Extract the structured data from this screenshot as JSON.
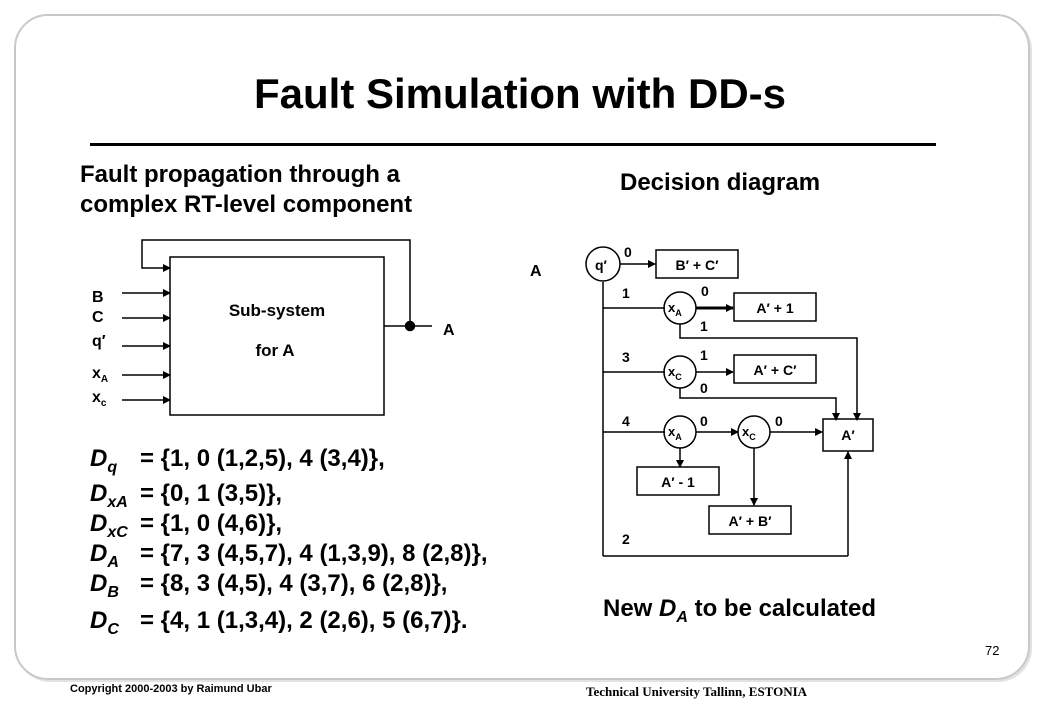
{
  "title": "Fault Simulation with DD-s",
  "left_heading": [
    "Fault propagation through a",
    "complex RT-level component"
  ],
  "right_heading": "Decision diagram",
  "subsystem": {
    "label_line1": "Sub-system",
    "label_line2": "for A",
    "inputs": [
      {
        "main": "B",
        "sub": ""
      },
      {
        "main": "C",
        "sub": ""
      },
      {
        "main": "q′",
        "sub": ""
      },
      {
        "main": "x",
        "sub": "A"
      },
      {
        "main": "x",
        "sub": "c"
      }
    ],
    "output": "A"
  },
  "equations": [
    {
      "name": "D",
      "sub": "q",
      "rest": "= {1, 0 (1,2,5), 4 (3,4)},"
    },
    {
      "name": "D",
      "sub": "xA",
      "rest": "= {0, 1 (3,5)},"
    },
    {
      "name": "D",
      "sub": "xC",
      "rest": "= {1, 0 (4,6)},"
    },
    {
      "name": "D",
      "sub": "A",
      "rest": "= {7, 3 (4,5,7), 4 (1,3,9), 8 (2,8)},"
    },
    {
      "name": "D",
      "sub": "B",
      "rest": "= {8, 3 (4,5), 4 (3,7), 6 (2,8)},"
    },
    {
      "name": "D",
      "sub": "C",
      "rest": "= {4, 1 (1,3,4), 2 (2,6), 5 (6,7)}."
    }
  ],
  "decision_diagram": {
    "root_label": "A",
    "nodes": {
      "q": {
        "main": "q′",
        "sub": ""
      },
      "xa1": {
        "main": "x",
        "sub": "A"
      },
      "xc1": {
        "main": "x",
        "sub": "C"
      },
      "xa2": {
        "main": "x",
        "sub": "A"
      },
      "xc2": {
        "main": "x",
        "sub": "C"
      }
    },
    "terminals": {
      "bc": "B′ + C′",
      "ap1": "A′ + 1",
      "apc": "A′ + C′",
      "ap": "A′",
      "am1": "A′ - 1",
      "apb": "A′ + B′"
    },
    "edge_labels": {
      "q0": "0",
      "q1": "1",
      "q3": "3",
      "q4": "4",
      "q2": "2",
      "xa1_0": "0",
      "xa1_1": "1",
      "xc1_1": "1",
      "xc1_0": "0",
      "xa2_0": "0",
      "xc2_0": "0"
    }
  },
  "new_da": {
    "prefix": "New ",
    "name": "D",
    "sub": "A",
    "suffix": " to be calculated"
  },
  "footer": {
    "copyright": "Copyright  2000-2003  by  Raimund Ubar",
    "institution": "Technical University Tallinn, ESTONIA",
    "page": "72"
  }
}
